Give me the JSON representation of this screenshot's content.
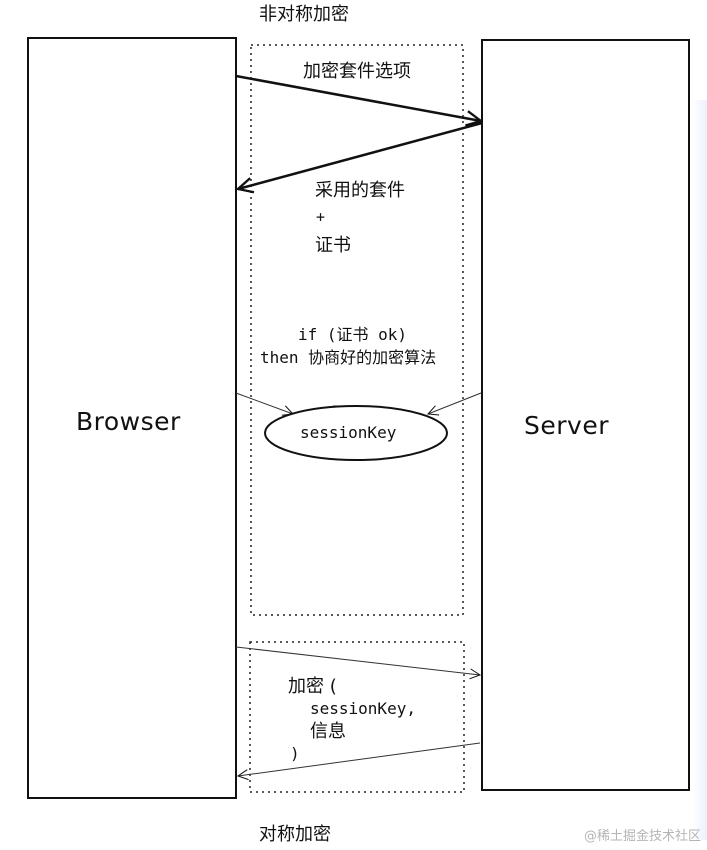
{
  "asymmetric_title": "非对称加密",
  "symmetric_title": "对称加密",
  "browser_label": "Browser",
  "server_label": "Server",
  "cipher_suites_label": "加密套件选项",
  "response_label": {
    "line1": "采用的套件",
    "line2": "+",
    "line3": "证书"
  },
  "negotiation_label": {
    "line1": "if (证书 ok)",
    "line2": "then 协商好的加密算法"
  },
  "session_key": "sessionKey",
  "encrypt_label": {
    "line1": "加密 (",
    "line2": "sessionKey,",
    "line3": "信息",
    "line4": ")"
  },
  "watermark": "@稀土掘金技术社区",
  "colors": {
    "stroke": "#111111",
    "background": "#ffffff",
    "watermark": "#b5b5b5"
  }
}
